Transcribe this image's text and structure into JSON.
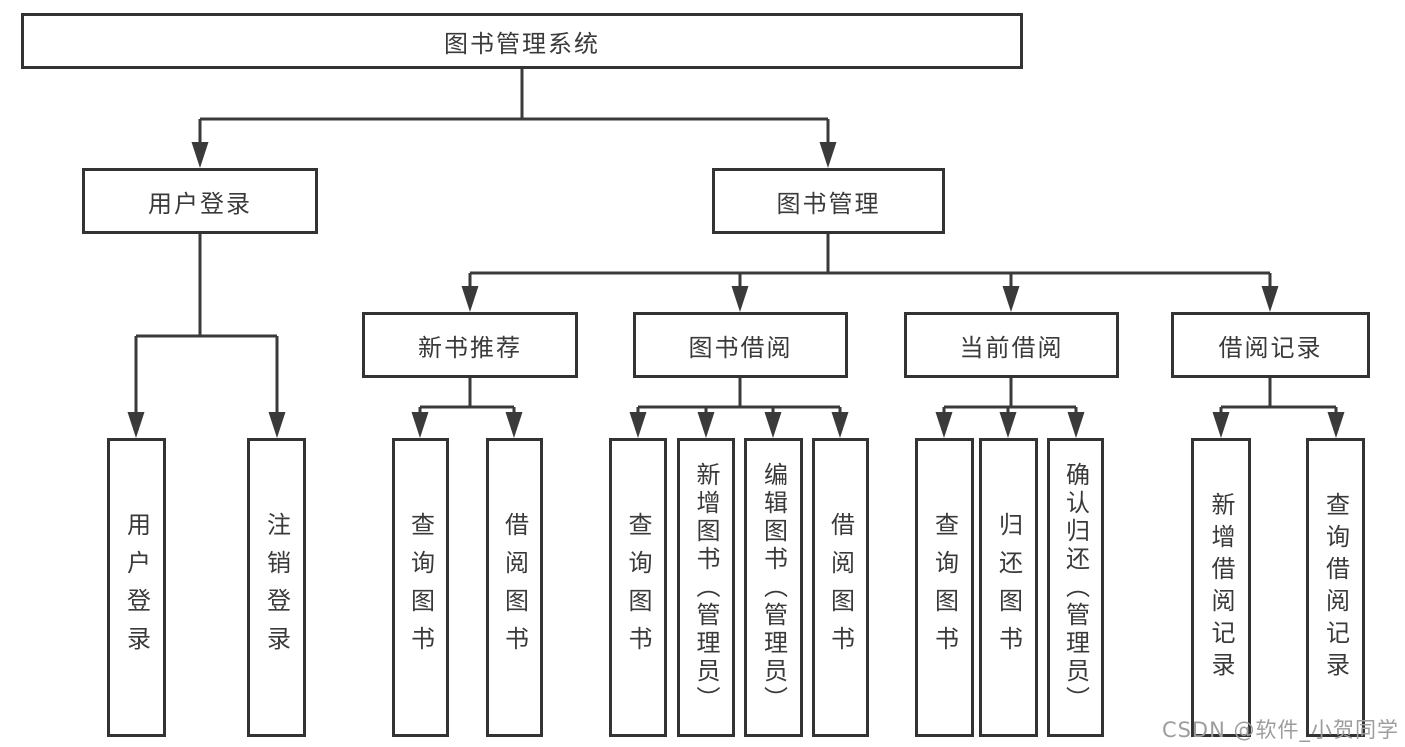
{
  "diagram_type": "hierarchy-tree",
  "tree": {
    "label": "图书管理系统",
    "children": [
      {
        "label": "用户登录",
        "children": [
          {
            "label": "用户登录"
          },
          {
            "label": "注销登录"
          }
        ]
      },
      {
        "label": "图书管理",
        "children": [
          {
            "label": "新书推荐",
            "children": [
              {
                "label": "查询图书"
              },
              {
                "label": "借阅图书"
              }
            ]
          },
          {
            "label": "图书借阅",
            "children": [
              {
                "label": "查询图书"
              },
              {
                "label": "新增图书（管理员）"
              },
              {
                "label": "编辑图书（管理员）"
              },
              {
                "label": "借阅图书"
              }
            ]
          },
          {
            "label": "当前借阅",
            "children": [
              {
                "label": "查询图书"
              },
              {
                "label": "归还图书"
              },
              {
                "label": "确认归还（管理员）"
              }
            ]
          },
          {
            "label": "借阅记录",
            "children": [
              {
                "label": "新增借阅记录"
              },
              {
                "label": "查询借阅记录"
              }
            ]
          }
        ]
      }
    ]
  },
  "watermark": {
    "text": "CSDN @软件_小贺同学"
  },
  "colors": {
    "background": "#ffffff",
    "box_border": "#333333",
    "connector_line": "#3a3a3a",
    "text": "#3a3a3a",
    "watermark_text": "#9d9d9d"
  }
}
